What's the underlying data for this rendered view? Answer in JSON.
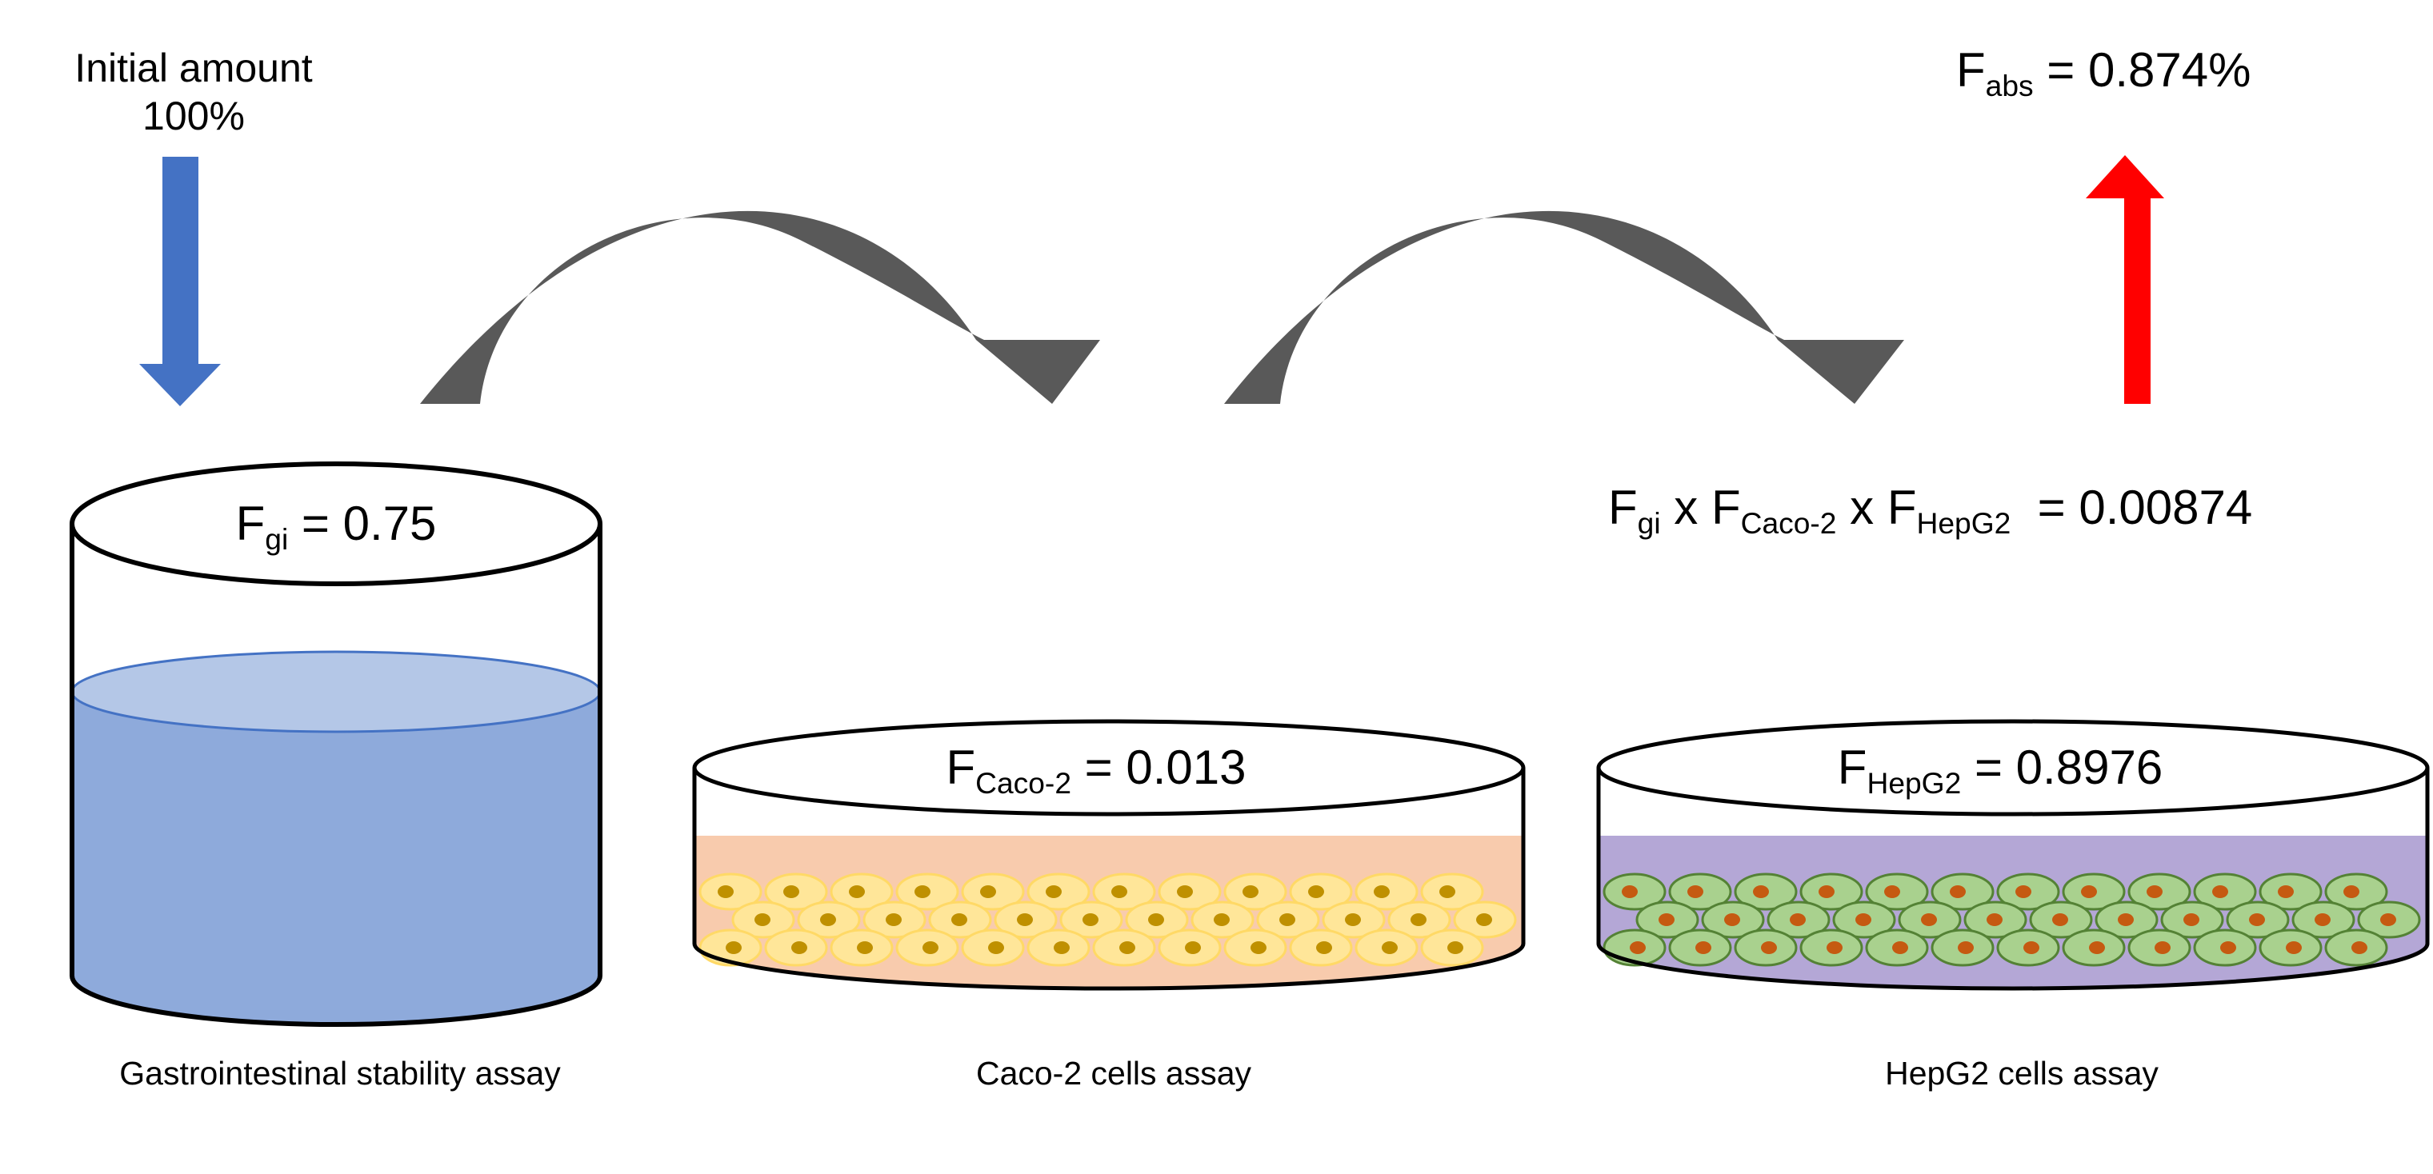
{
  "input": {
    "label_line1": "Initial amount",
    "label_line2": "100%"
  },
  "output": {
    "symbol": "F",
    "symbol_sub": "abs",
    "value_text": "= 0.874%"
  },
  "formula": {
    "f1": "F",
    "f1_sub": "gi",
    "times1": "x",
    "f2": "F",
    "f2_sub": "Caco-2",
    "times2": "x",
    "f3": "F",
    "f3_sub": "HepG2",
    "result_text": "= 0.00874"
  },
  "stages": [
    {
      "symbol": "F",
      "symbol_sub": "gi",
      "value_text": "= 0.75",
      "caption": "Gastrointestinal stability assay"
    },
    {
      "symbol": "F",
      "symbol_sub": "Caco-2",
      "value_text": "= 0.013",
      "caption": "Caco-2 cells assay"
    },
    {
      "symbol": "F",
      "symbol_sub": "HepG2",
      "value_text": "= 0.8976",
      "caption": "HepG2 cells assay"
    }
  ],
  "colors": {
    "input_arrow": "#4472c4",
    "output_arrow": "#ff0000",
    "curved_arrow": "#595959",
    "stability_liquid": "#8eaadb",
    "stability_liquid_top": "#b4c7e7",
    "caco2_medium": "#f8cbad",
    "caco2_cell": "#ffe699",
    "caco2_cell_edge": "#ffd966",
    "caco2_nucleus": "#bf9000",
    "hepg2_medium": "#b4a7d6",
    "hepg2_cell": "#a9d18e",
    "hepg2_cell_edge": "#548235",
    "hepg2_nucleus": "#c55a11"
  },
  "icons": [
    "down-arrow-icon",
    "up-arrow-icon",
    "curved-arrow-icon",
    "beaker-icon",
    "petri-dish-icon",
    "cell-icon"
  ]
}
